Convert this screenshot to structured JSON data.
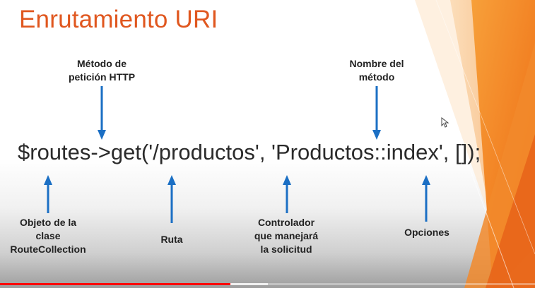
{
  "slide": {
    "title": "Enrutamiento URI",
    "code_line": "$routes->get('/productos', 'Productos::index', []);",
    "top_labels": [
      "Método de\npetición HTTP",
      "Nombre del\nmétodo"
    ],
    "bottom_labels": [
      "Objeto de la\nclase\nRouteCollection",
      "Ruta",
      "Controlador\nque manejará\nla solicitud",
      "Opciones"
    ]
  },
  "colors": {
    "title": "#e0571f",
    "arrow": "#1b6fc4",
    "deco_orange": "#f07c1e",
    "progress": "#ff0000"
  },
  "icons": [
    "arrow-down-icon",
    "arrow-up-icon",
    "mouse-cursor-icon"
  ],
  "video": {
    "progress": 0.43
  }
}
